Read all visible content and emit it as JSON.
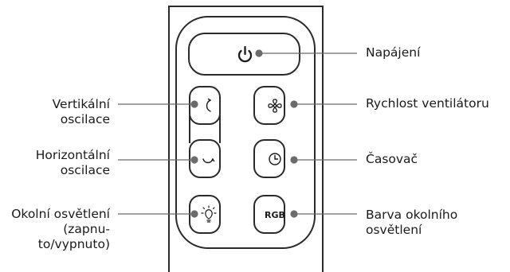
{
  "remote": {
    "buttons": [
      {
        "id": "power",
        "icon": "power-icon"
      },
      {
        "id": "vertical-oscillation",
        "icon": "vertical-oscillation-icon"
      },
      {
        "id": "fan-speed",
        "icon": "fan-icon"
      },
      {
        "id": "horizontal-oscillation",
        "icon": "horizontal-oscillation-icon"
      },
      {
        "id": "timer",
        "icon": "clock-icon"
      },
      {
        "id": "ambient-light",
        "icon": "lightbulb-icon"
      },
      {
        "id": "rgb",
        "icon": "rgb-icon",
        "text": "RGB"
      }
    ]
  },
  "labels": {
    "power": "Napájení",
    "vertical_oscillation": [
      "Vertikální",
      "oscilace"
    ],
    "fan_speed": "Rychlost ventilátoru",
    "horizontal_oscillation": [
      "Horizontální",
      "oscilace"
    ],
    "timer": "Časovač",
    "ambient_light": [
      "Okolní osvětlení",
      "(zapnu-",
      "to/vypnuto)"
    ],
    "ambient_color": [
      "Barva okolního",
      "osvětlení"
    ]
  }
}
